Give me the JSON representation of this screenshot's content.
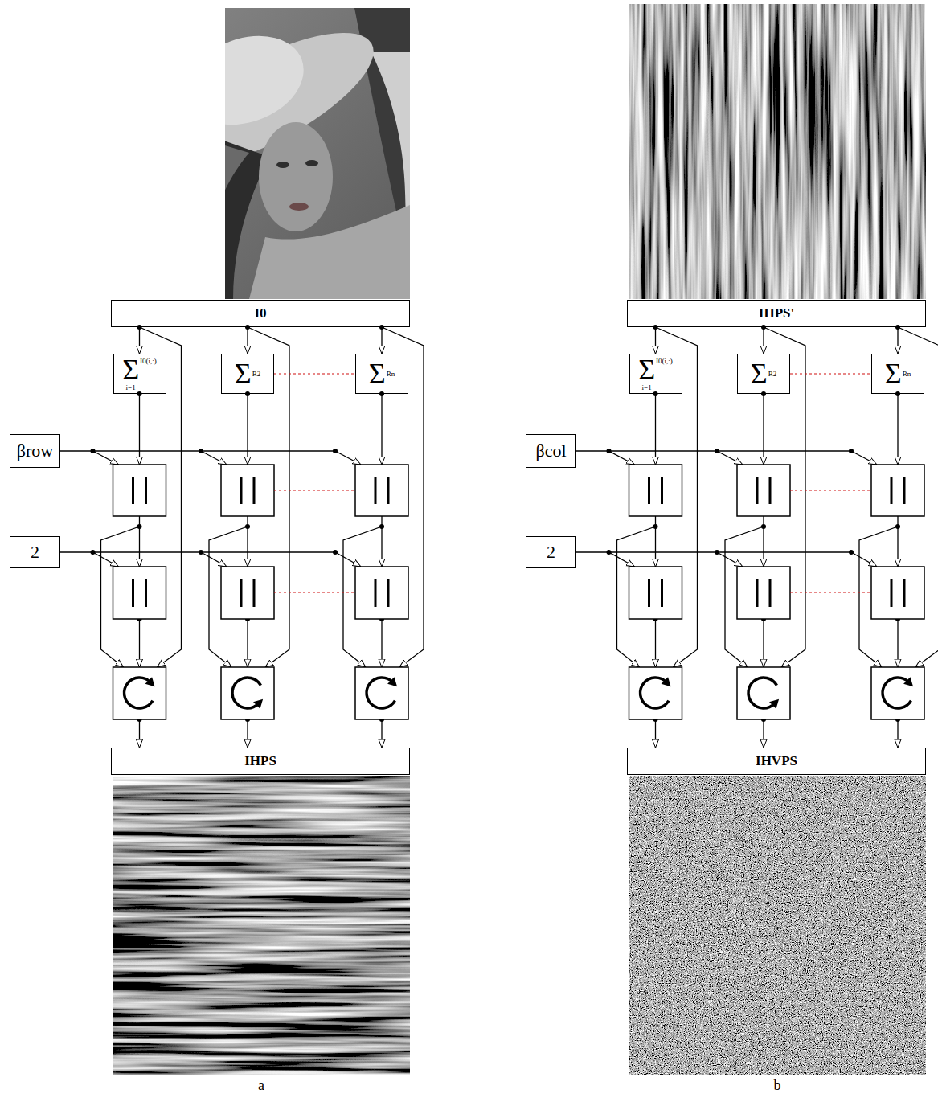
{
  "diagram": {
    "nodes": [
      {
        "text": [
          "I0"
        ]
      },
      {
        "text": [
          "Σ",
          "I0(i,:)",
          "i=1"
        ]
      },
      {
        "text": [
          "Σ",
          "R2"
        ]
      },
      {
        "text": [
          "Σ",
          "Rn"
        ]
      },
      {
        "text": [
          "βrow"
        ]
      },
      {
        "text": [
          "2"
        ]
      },
      {
        "text": [
          "IHPS"
        ]
      },
      {
        "text": [
          "IHPS'"
        ]
      },
      {
        "text": [
          "Σ",
          "I0(i,:)",
          "i=1"
        ]
      },
      {
        "text": [
          "Σ",
          "R2"
        ]
      },
      {
        "text": [
          "Σ",
          "Rn"
        ]
      },
      {
        "text": [
          "βcol"
        ]
      },
      {
        "text": [
          "2"
        ]
      },
      {
        "text": [
          "IHVPS"
        ]
      }
    ],
    "edges": [
      {
        "from": 0,
        "to": 1,
        "arrow": "to"
      },
      {
        "from": 0,
        "to": 2,
        "arrow": "to"
      },
      {
        "from": 0,
        "to": 3,
        "arrow": "to"
      },
      {
        "from": 7,
        "to": 8,
        "arrow": "to"
      },
      {
        "from": 7,
        "to": 9,
        "arrow": "to"
      },
      {
        "from": 7,
        "to": 10,
        "arrow": "to"
      }
    ],
    "labels": [
      "a",
      "b"
    ]
  }
}
